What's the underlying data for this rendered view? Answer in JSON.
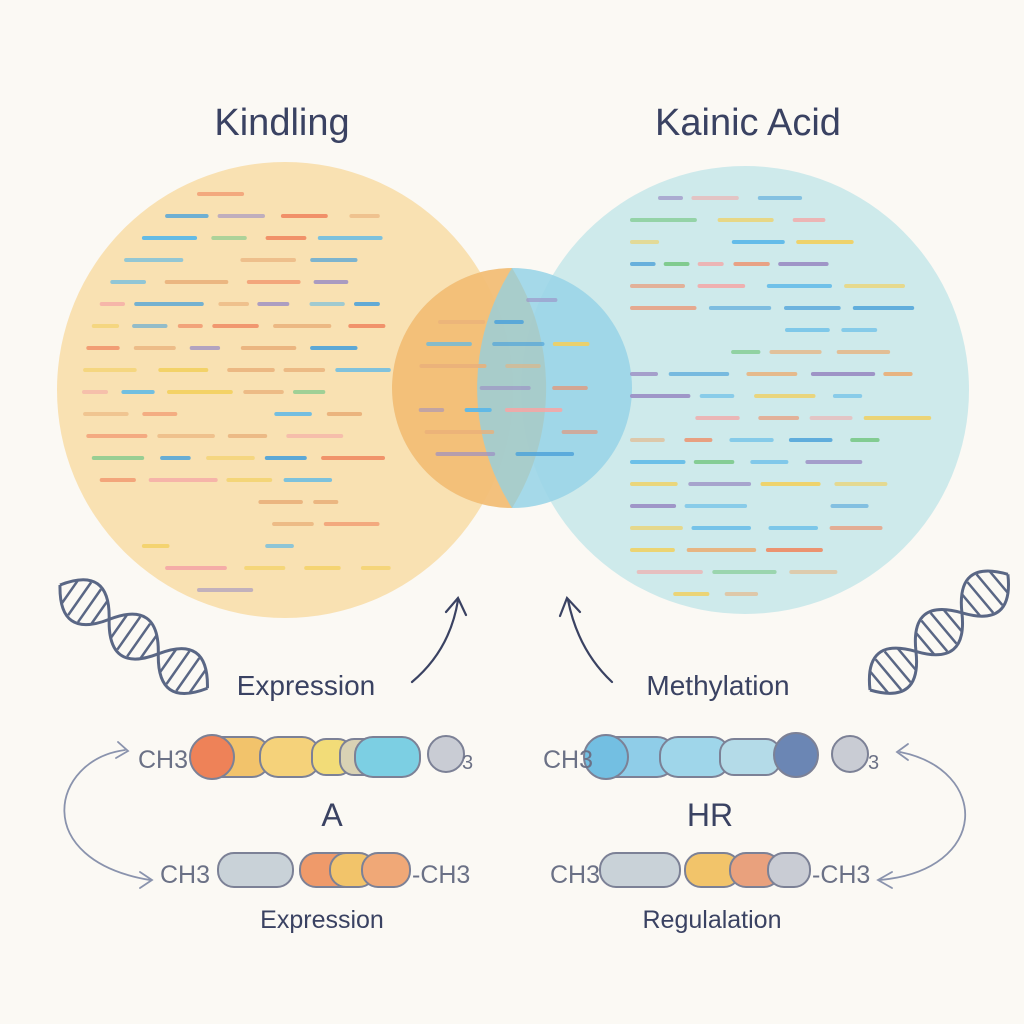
{
  "diagram": {
    "sets": [
      {
        "label": "Kindling",
        "fill": "#f8d89c"
      },
      {
        "label": "Kainic Acid",
        "fill": "#bfe4e8"
      }
    ],
    "overlap_fill": "#f4b968",
    "overlap_right_fill": "#8fd0e6",
    "annotations": {
      "left_mid": "Expression",
      "right_mid": "Methylation",
      "left_bottom": "Expression",
      "right_bottom": "Regulalation",
      "left_letter": "A",
      "right_letter": "HR"
    },
    "chem_labels": {
      "ch3": "CH3",
      "ch3_right": "3",
      "ch3_dash": "-CH3"
    },
    "icons": [
      "dna-helix-icon",
      "arrow-icon"
    ],
    "bar_colors": [
      "#f08a63",
      "#5bb8e8",
      "#7cc98a",
      "#f2cf5b",
      "#f4a6a6",
      "#9b8ec4",
      "#4fa3d9",
      "#e9b07a"
    ],
    "ink": "#3a4262",
    "line": "#5a6785"
  }
}
